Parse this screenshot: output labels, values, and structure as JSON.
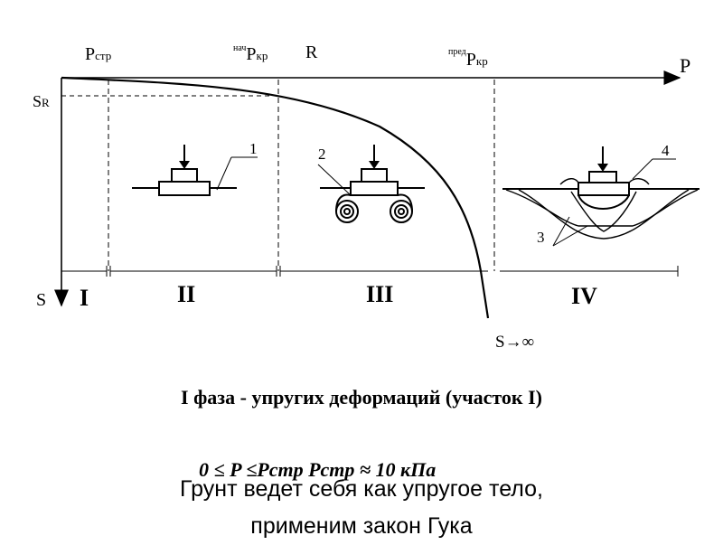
{
  "diagram": {
    "axis": {
      "p_axis": "P",
      "s_axis": "S",
      "s_infinity": "S→∞",
      "s_r": "S",
      "s_r_sub": "R",
      "r_label": "R"
    },
    "loads": {
      "p_str": "P",
      "p_str_sub": "стр",
      "p_kr_start_sup": "нач",
      "p_kr_start": "P",
      "p_kr_start_sub": "кр",
      "p_kr_limit_sup": "пред",
      "p_kr_limit": "P",
      "p_kr_limit_sub": "кр"
    },
    "zones": [
      "I",
      "II",
      "III",
      "IV"
    ],
    "callouts": [
      "1",
      "2",
      "3",
      "4"
    ]
  },
  "slide": {
    "title": "I фаза - упругих деформаций   (участок I)",
    "formula": "0 ≤ P ≤Pстр       Pстр ≈ 10 кПа",
    "description_line1": "Грунт ведет себя как упругое тело,",
    "description_line2": "применим закон Гука"
  }
}
